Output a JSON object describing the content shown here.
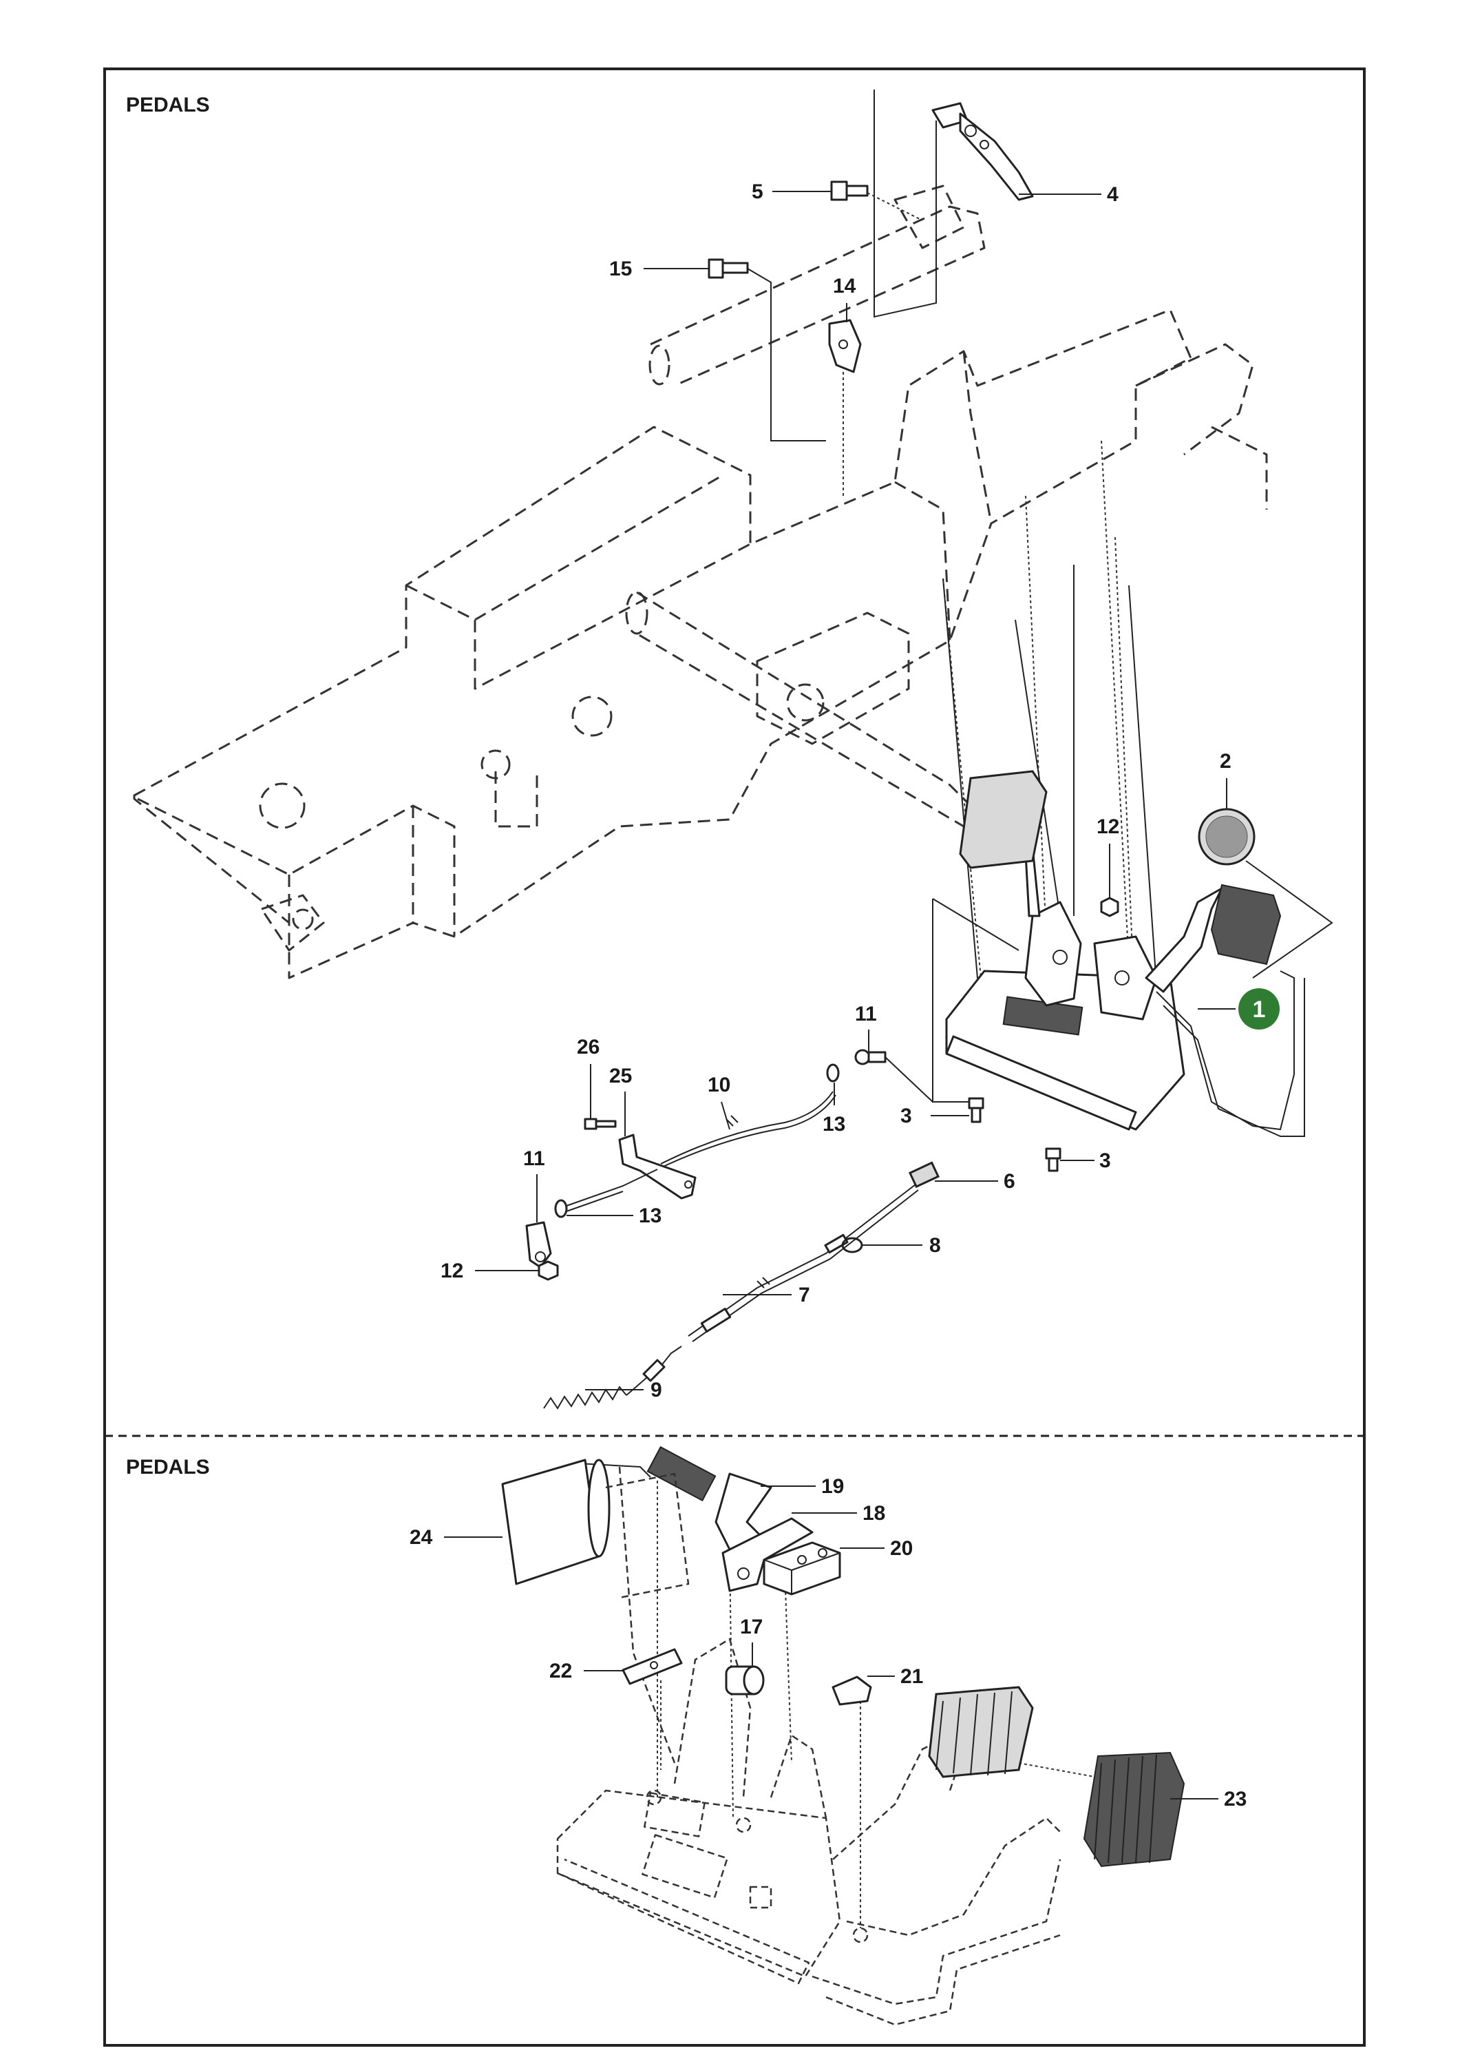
{
  "sections": [
    {
      "title": "PEDALS"
    },
    {
      "title": "PEDALS"
    }
  ],
  "callouts": {
    "c1": "1",
    "c2": "2",
    "c3a": "3",
    "c3b": "3",
    "c4": "4",
    "c5": "5",
    "c6": "6",
    "c7": "7",
    "c8": "8",
    "c9": "9",
    "c10": "10",
    "c11a": "11",
    "c11b": "11",
    "c12a": "12",
    "c12b": "12",
    "c13a": "13",
    "c13b": "13",
    "c14": "14",
    "c15": "15",
    "c17": "17",
    "c18": "18",
    "c19": "19",
    "c20": "20",
    "c21": "21",
    "c22": "22",
    "c23": "23",
    "c24": "24",
    "c25": "25",
    "c26": "26"
  },
  "colors": {
    "highlight_badge": "#2e7d32",
    "line": "#222222"
  }
}
